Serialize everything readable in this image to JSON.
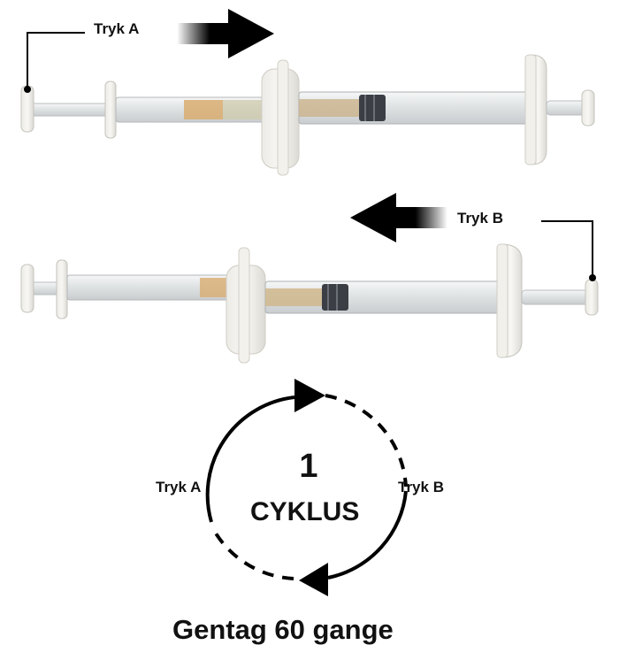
{
  "step_a": {
    "label": "Tryk A"
  },
  "step_b": {
    "label": "Tryk B"
  },
  "cycle": {
    "label_left": "Tryk A",
    "label_right": "Tryk B",
    "count": "1",
    "word": "CYKLUS"
  },
  "instruction": "Gentag 60 gange",
  "colors": {
    "arrow": "#000000",
    "syringe_body": "#e6e9ea",
    "connector": "#f1efe9",
    "sample_amber": "#d9ad70",
    "sample_dark": "#3b3f45"
  }
}
